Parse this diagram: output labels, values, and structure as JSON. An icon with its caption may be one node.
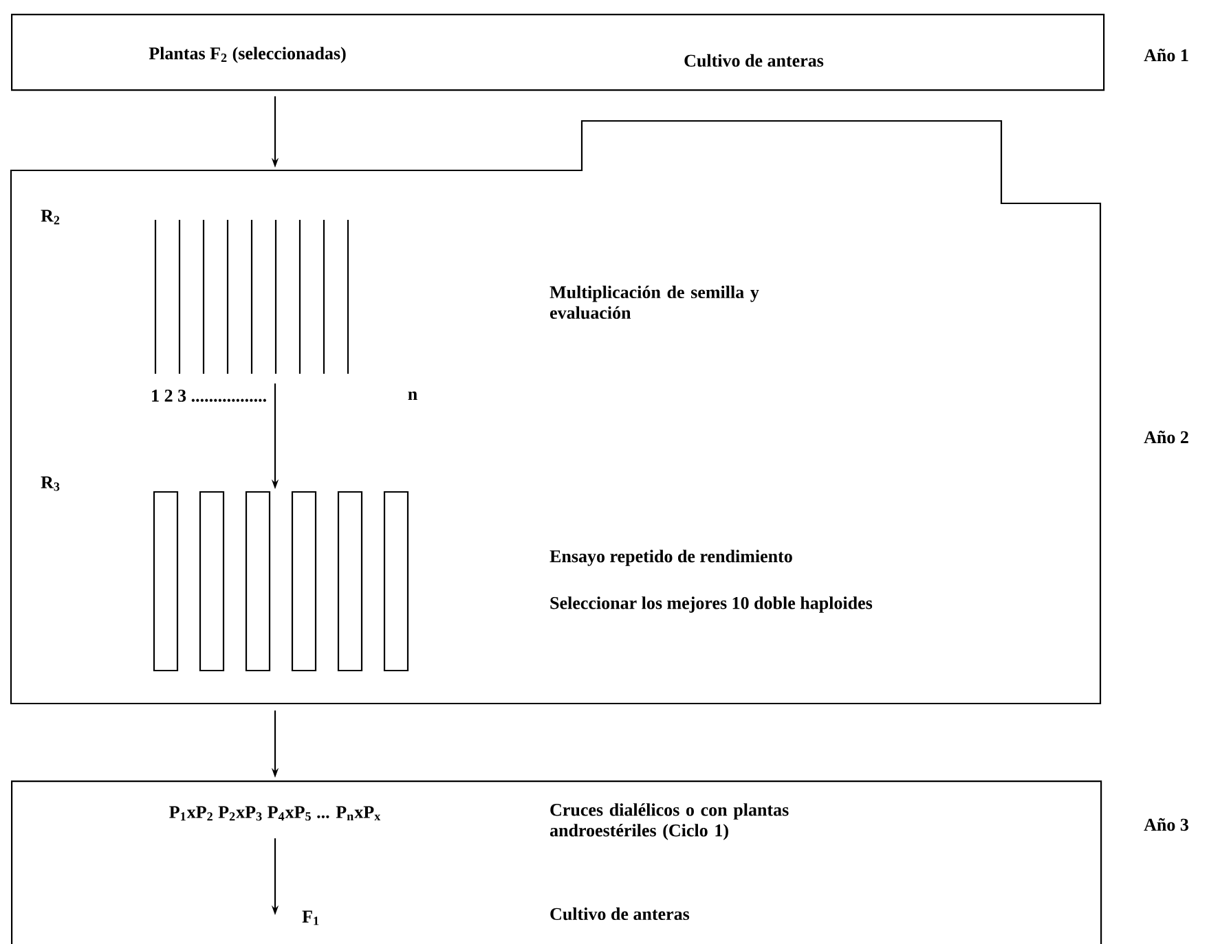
{
  "diagram": {
    "nodes": [
      {
        "text": [
          "Plantas F$_{2}$ (seleccionadas)",
          "Cultivo de anteras"
        ],
        "beside": [
          "Año 1"
        ]
      },
      {
        "text": [
          "R$_{2}$",
          "Multiplicación de semilla y evaluación",
          "R$_{3}$",
          "Ensayo repetido de rendimiento",
          "Seleccionar los mejores 10 doble haploides"
        ],
        "beside": [
          "Año 2"
        ]
      },
      {
        "text": [
          "1 2 3 .................",
          "n"
        ],
        "in": 1
      },
      {
        "text": [],
        "shape": "picture",
        "in": 1
      },
      {
        "text": [
          "Cruces dialélicos o con plantas androestériles (Ciclo 1)",
          "Cultivo de anteras"
        ],
        "beside": [
          "Año 3"
        ]
      },
      {
        "text": [
          "P$_{1}$xP$_{2}$  P$_{2}$xP$_{3}$  P$_{4}$xP$_{5}$ ... P$_{n}$xP$_{x}$"
        ],
        "in": 4
      }
    ],
    "edges": [
      {
        "from": 0,
        "to": 1,
        "arrow": "to"
      },
      {
        "from": 2,
        "to": 3,
        "arrow": "to"
      },
      {
        "from": 1,
        "to": 4,
        "arrow": "to"
      },
      {
        "from": 5,
        "to": null,
        "arrow": "to",
        "label": "F$_{1}$"
      }
    ]
  }
}
